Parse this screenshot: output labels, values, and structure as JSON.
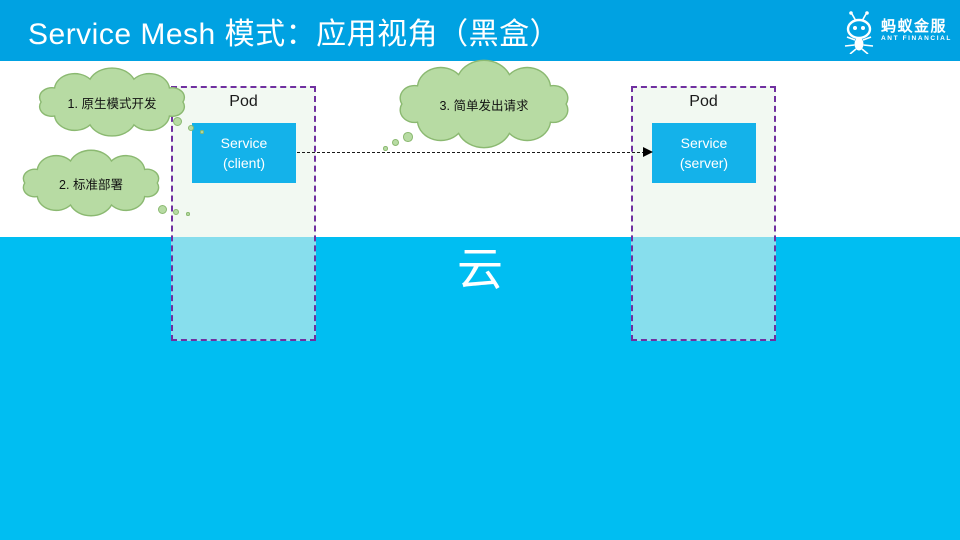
{
  "title_bar": {
    "title": "Service Mesh 模式：应用视角（黑盒）",
    "logo": {
      "cn": "蚂蚁金服",
      "en": "ANT FINANCIAL"
    }
  },
  "diagram": {
    "pods": [
      {
        "label": "Pod",
        "service": {
          "line1": "Service",
          "line2": "(client)"
        }
      },
      {
        "label": "Pod",
        "service": {
          "line1": "Service",
          "line2": "(server)"
        }
      }
    ],
    "callouts": [
      {
        "text": "1. 原生模式开发"
      },
      {
        "text": "2. 标准部署"
      },
      {
        "text": "3. 简单发出请求"
      }
    ],
    "cloud_zone_label": "云"
  },
  "colors": {
    "title_bar_bg": "#00A2E2",
    "cloud_zone_bg": "#00BEF2",
    "service_box_bg": "#14B2EA",
    "pod_fill": "#EDF5EC",
    "pod_border": "#7030A0",
    "callout_fill": "#B7DBA3",
    "callout_stroke": "#8BB971",
    "arrow": "#000000",
    "title_text": "#FFFFFF"
  }
}
